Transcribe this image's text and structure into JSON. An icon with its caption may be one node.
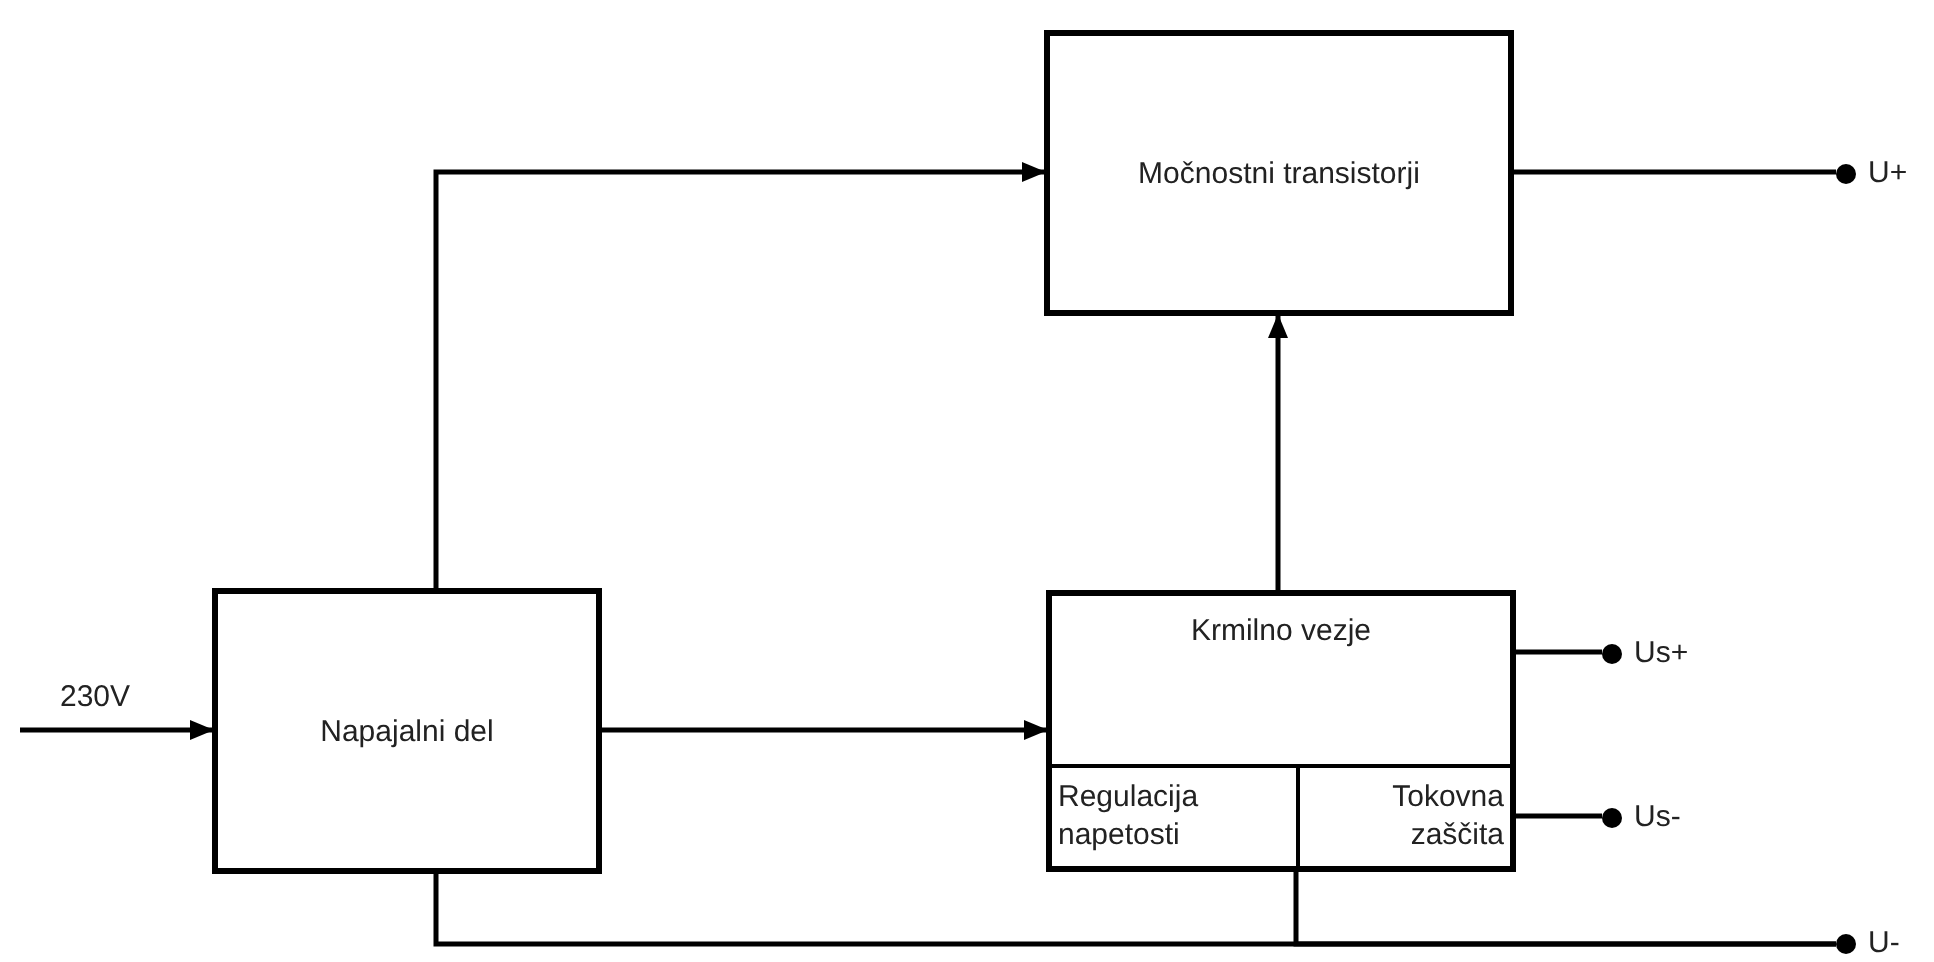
{
  "diagram": {
    "nodes": [
      {
        "text": [
          "Napajalni del"
        ]
      },
      {
        "text": [
          "Močnostni transistorji"
        ]
      },
      {
        "text": [
          "Krmilno vezje"
        ]
      },
      {
        "text": [
          "Regulacija napetosti"
        ],
        "in": 2
      },
      {
        "text": [
          "Tokovna zaščita"
        ],
        "in": 2
      },
      {
        "text": [
          "U+"
        ]
      },
      {
        "text": [
          "Us+"
        ]
      },
      {
        "text": [
          "Us-"
        ]
      },
      {
        "text": [
          "U-"
        ]
      }
    ],
    "edges": [
      {
        "from": null,
        "to": 0,
        "arrow": "to",
        "label": "230V"
      },
      {
        "from": 0,
        "to": 1,
        "arrow": "to"
      },
      {
        "from": 0,
        "to": 2,
        "arrow": "to"
      },
      {
        "from": 2,
        "to": 1,
        "arrow": "to"
      },
      {
        "from": 1,
        "to": 5,
        "arrow": "none"
      },
      {
        "from": 2,
        "to": 6,
        "arrow": "none"
      },
      {
        "from": 4,
        "to": 7,
        "arrow": "none"
      },
      {
        "from": 0,
        "to": 8,
        "arrow": "none"
      },
      {
        "from": 2,
        "to": 8,
        "arrow": "none"
      }
    ]
  }
}
